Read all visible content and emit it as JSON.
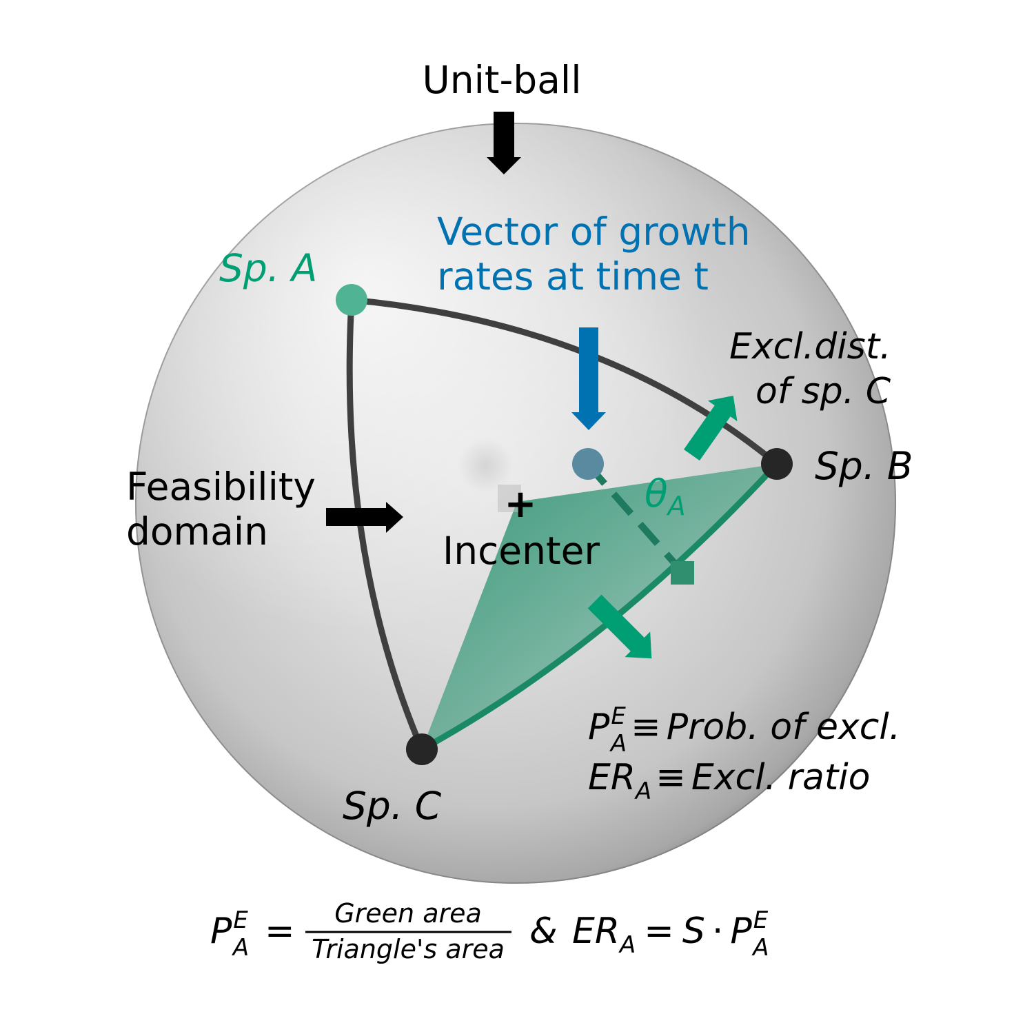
{
  "labels": {
    "unit_ball": "Unit-ball",
    "vector_line1": "Vector of growth",
    "vector_line2": "rates at time t",
    "sp_a": "Sp. A",
    "sp_b": "Sp. B",
    "sp_c": "Sp. C",
    "excl_line1": "Excl.dist.",
    "excl_line2": "of sp. C",
    "feas_line1": "Feasibility",
    "feas_line2": "domain",
    "incenter": "Incenter",
    "theta": "θ",
    "theta_sub": "A"
  },
  "definitions": {
    "p_symbol": "P",
    "p_sup": "E",
    "p_sub": "A",
    "equiv": "≡",
    "p_text": "Prob. of excl.",
    "er_symbol": "ER",
    "er_sub": "A",
    "er_text": "Excl. ratio"
  },
  "formula": {
    "p_symbol": "P",
    "p_sup": "E",
    "p_sub": "A",
    "equals": "=",
    "numerator": "Green area",
    "denominator": "Triangle's area",
    "amp": "&",
    "er_symbol": "ER",
    "er_sub": "A",
    "s_symbol": "S",
    "dot": "·"
  },
  "colors": {
    "green": "#009e73",
    "blue": "#0072b2",
    "black": "#000000",
    "edge": "#444444"
  }
}
